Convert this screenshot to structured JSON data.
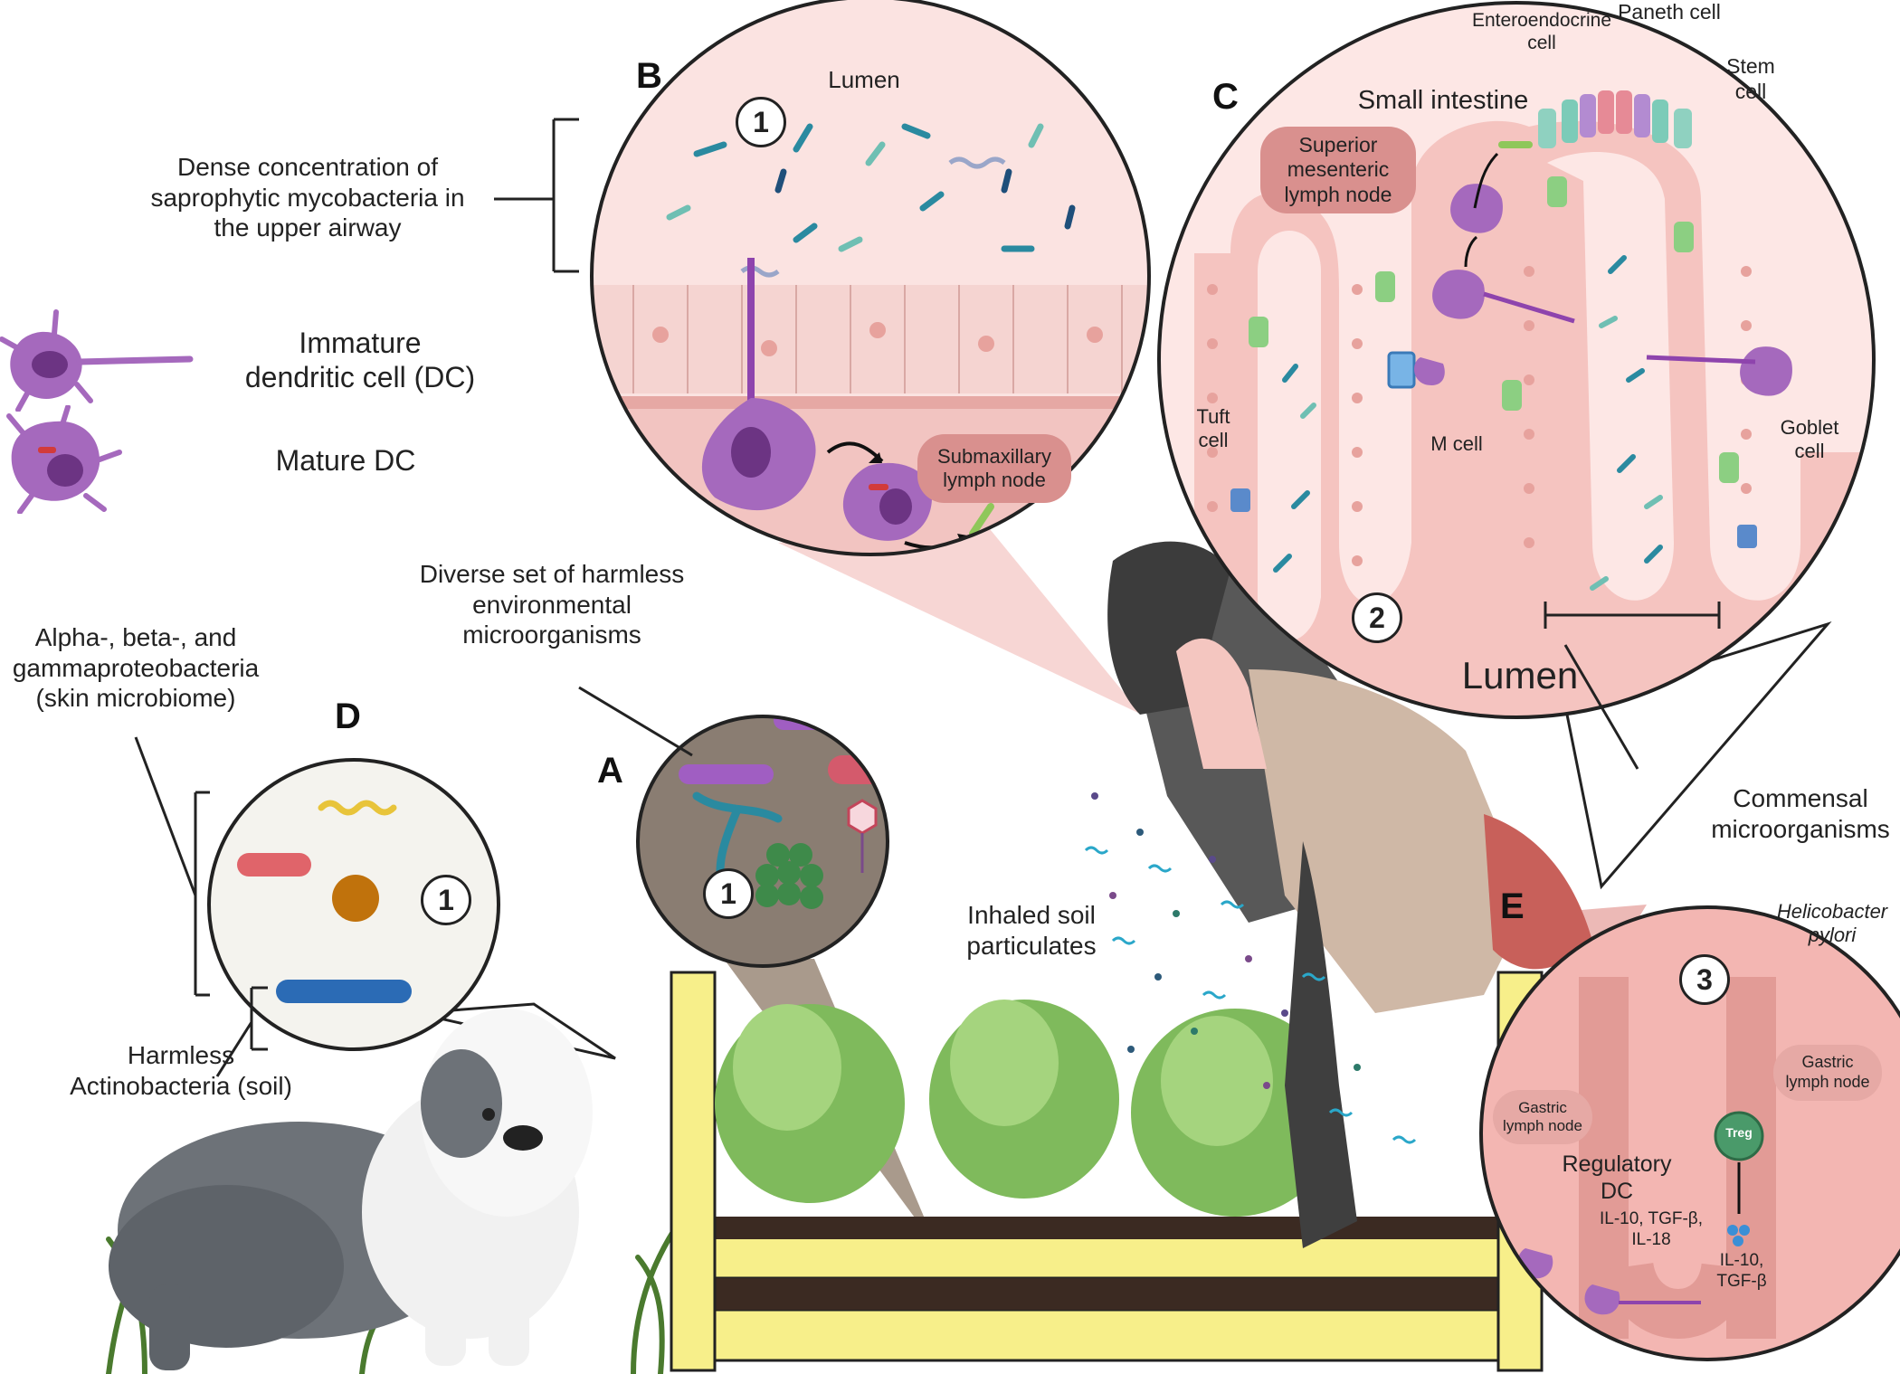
{
  "colors": {
    "tissue_pink": "#f5c9c6",
    "tissue_light": "#fbe3e1",
    "dc_purple": "#9b59b6",
    "dc_dark": "#6c3483",
    "soil_circle": "#8a7d72",
    "planter_yellow": "#f7ef8a",
    "lettuce_green": "#6aa84f",
    "node_rose": "#d9908e",
    "stomach_red": "#c8605a",
    "skin_circle": "#f4f3ee"
  },
  "panels": {
    "A": "A",
    "B": "B",
    "C": "C",
    "D": "D",
    "E": "E"
  },
  "numbers": {
    "n1": "1",
    "n2": "2",
    "n3": "3"
  },
  "labels": {
    "dense_concentration": [
      "Dense concentration of",
      "saprophytic mycobacteria in",
      "the upper airway"
    ],
    "immature_dc": [
      "Immature",
      "dendritic cell (DC)"
    ],
    "mature_dc": "Mature DC",
    "lumen_b": "Lumen",
    "submaxillary": [
      "Submaxillary",
      "lymph node"
    ],
    "diverse_set": [
      "Diverse set of harmless",
      "environmental",
      "microorganisms"
    ],
    "alpha_beta": [
      "Alpha-, beta-, and",
      "gammaproteobacteria",
      "(skin microbiome)"
    ],
    "harmless_actino": [
      "Harmless",
      "Actinobacteria (soil)"
    ],
    "inhaled": [
      "Inhaled soil",
      "particulates"
    ],
    "small_intestine": "Small intestine",
    "enteroendocrine": [
      "Enteroendocrine",
      "cell"
    ],
    "paneth": "Paneth cell",
    "stem": [
      "Stem",
      "cell"
    ],
    "superior_mesenteric": [
      "Superior",
      "mesenteric",
      "lymph node"
    ],
    "tuft": [
      "Tuft",
      "cell"
    ],
    "m_cell": "M cell",
    "goblet": [
      "Goblet",
      "cell"
    ],
    "lumen_c": "Lumen",
    "commensal": [
      "Commensal",
      "microorganisms"
    ],
    "helicobacter": [
      "Helicobacter",
      "pylori"
    ],
    "gastric_left": [
      "Gastric",
      "lymph node"
    ],
    "gastric_right": [
      "Gastric",
      "lymph node"
    ],
    "regulatory_dc": [
      "Regulatory",
      "DC"
    ],
    "cytokines_dc": [
      "IL-10, TGF-β,",
      "IL-18"
    ],
    "treg": "Treg",
    "cytokines_treg": [
      "IL-10,",
      "TGF-β"
    ]
  }
}
